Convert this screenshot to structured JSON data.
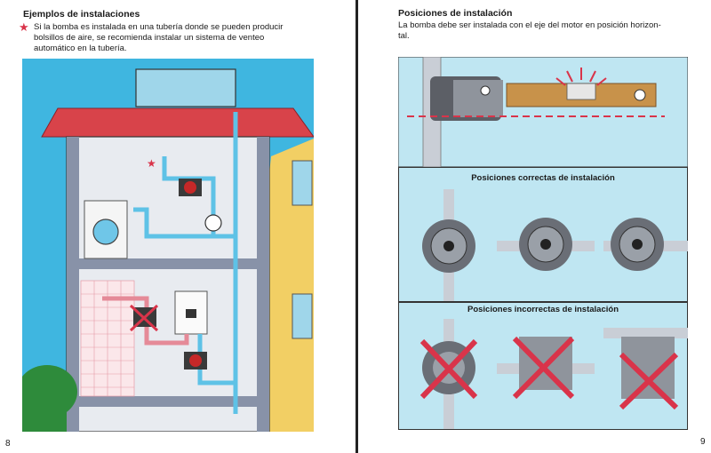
{
  "left_page": {
    "heading": "Ejemplos de instalaciones",
    "note_lines": [
      "Si la bomba es instalada en una tubería donde se pueden producir",
      "bolsillos de aire, se recomienda instalar un sistema de venteo",
      "automático en la tubería."
    ],
    "page_number": "8"
  },
  "right_page": {
    "heading": "Posiciones de instalación",
    "intro_lines": [
      "La bomba debe ser instalada con el eje del motor en posición horizon-",
      "tal."
    ],
    "correct_caption": "Posiciones correctas de instalación",
    "incorrect_caption": "Posiciones incorrectas de instalación",
    "page_number": "9"
  },
  "colors": {
    "sky": "#3fb6e0",
    "roof": "#d8434a",
    "wall": "#e8ebf0",
    "pipe": "#5ec2e6",
    "brick": "#f2cf64",
    "panel": "#bfe6f2",
    "cross": "#d9344a"
  }
}
